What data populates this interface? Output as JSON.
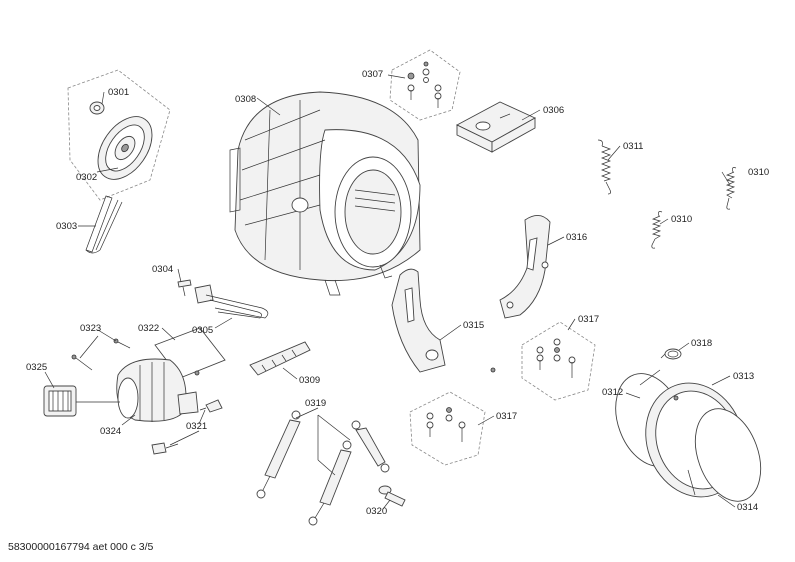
{
  "callouts": [
    {
      "id": "c0301",
      "label": "0301"
    },
    {
      "id": "c0302",
      "label": "0302"
    },
    {
      "id": "c0303",
      "label": "0303"
    },
    {
      "id": "c0304",
      "label": "0304"
    },
    {
      "id": "c0305",
      "label": "0305"
    },
    {
      "id": "c0306",
      "label": "0306"
    },
    {
      "id": "c0307",
      "label": "0307"
    },
    {
      "id": "c0308",
      "label": "0308"
    },
    {
      "id": "c0309",
      "label": "0309"
    },
    {
      "id": "c0310a",
      "label": "0310"
    },
    {
      "id": "c0310b",
      "label": "0310"
    },
    {
      "id": "c0311",
      "label": "0311"
    },
    {
      "id": "c0312",
      "label": "0312"
    },
    {
      "id": "c0313",
      "label": "0313"
    },
    {
      "id": "c0314",
      "label": "0314"
    },
    {
      "id": "c0315",
      "label": "0315"
    },
    {
      "id": "c0316",
      "label": "0316"
    },
    {
      "id": "c0317a",
      "label": "0317"
    },
    {
      "id": "c0317b",
      "label": "0317"
    },
    {
      "id": "c0318",
      "label": "0318"
    },
    {
      "id": "c0319",
      "label": "0319"
    },
    {
      "id": "c0320",
      "label": "0320"
    },
    {
      "id": "c0321",
      "label": "0321"
    },
    {
      "id": "c0322",
      "label": "0322"
    },
    {
      "id": "c0323",
      "label": "0323"
    },
    {
      "id": "c0324",
      "label": "0324"
    },
    {
      "id": "c0325",
      "label": "0325"
    }
  ],
  "footer": {
    "text": "58300000167794 aet 000 c 3/5"
  }
}
